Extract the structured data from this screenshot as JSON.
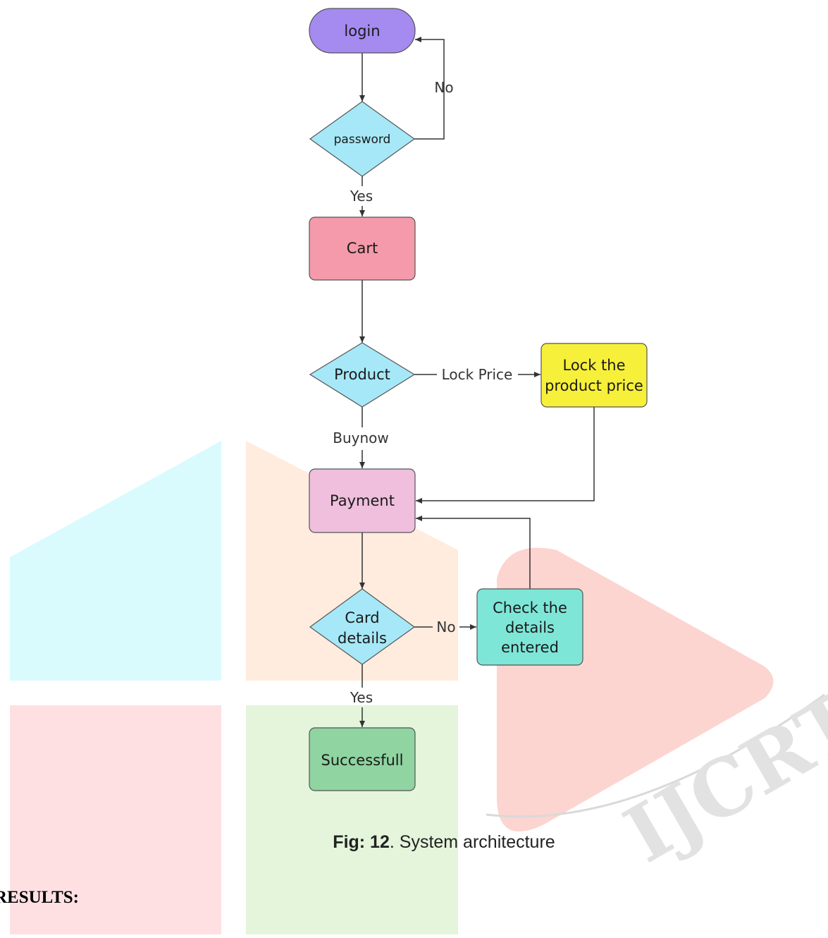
{
  "nodes": {
    "login": "login",
    "password": "password",
    "cart": "Cart",
    "product": "Product",
    "lock_price": [
      "Lock the",
      "product price"
    ],
    "payment": "Payment",
    "card_details": [
      "Card",
      "details"
    ],
    "check_details": [
      "Check the",
      "details",
      "entered"
    ],
    "successful": "Successfull"
  },
  "edges": {
    "password_no": "No",
    "password_yes": "Yes",
    "product_lock": "Lock Price",
    "product_buy": "Buynow",
    "card_no": "No",
    "card_yes": "Yes"
  },
  "caption": {
    "fig": "Fig: 12",
    "text": ". System architecture"
  },
  "watermark": "IJCRT",
  "section_heading": "RESULTS:",
  "colors": {
    "login": "#a58af0",
    "decision": "#a6e8f7",
    "cart": "#f49aaa",
    "lock": "#f7f03a",
    "payment": "#efbfdd",
    "check": "#7ee6d7",
    "success": "#8fd4a1"
  }
}
